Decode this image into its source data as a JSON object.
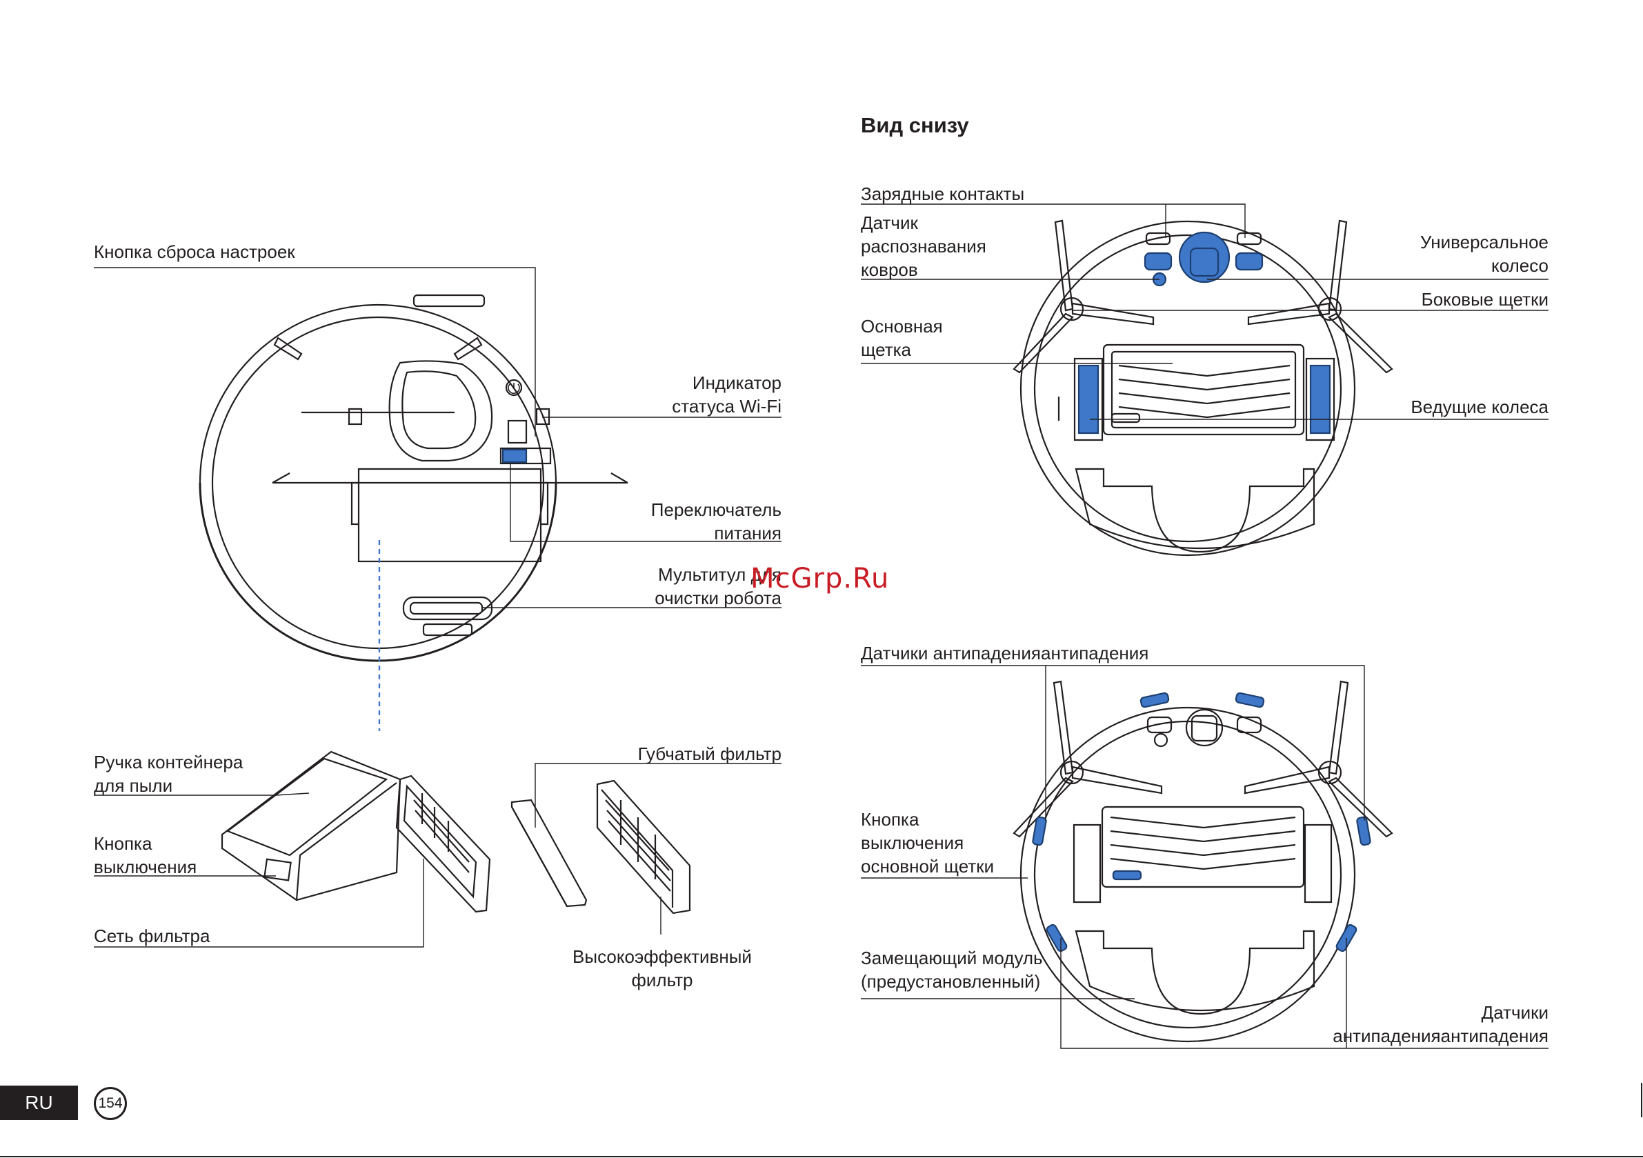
{
  "section_title": "Вид снизу",
  "watermark": "McGrp.Ru",
  "footer": {
    "language": "RU",
    "page_number": "154"
  },
  "labels": {
    "reset_button": "Кнопка сброса настроек",
    "wifi_indicator": [
      "Индикатор",
      "статуса Wi-Fi"
    ],
    "power_switch": [
      "Переключатель",
      "питания"
    ],
    "multitool": [
      "Мультитул для",
      "очистки робота"
    ],
    "dustbin_handle": [
      "Ручка контейнера",
      "для пыли"
    ],
    "off_button": [
      "Кнопка",
      "выключения"
    ],
    "filter_mesh": "Сеть фильтра",
    "sponge_filter": "Губчатый фильтр",
    "hepa_filter": [
      "Высокоэффективный",
      "фильтр"
    ],
    "charging_contacts": "Зарядные контакты",
    "carpet_sensor": [
      "Датчик",
      "распознавания",
      "ковров"
    ],
    "universal_wheel": [
      "Универсальное",
      "колесо"
    ],
    "side_brushes": "Боковые щетки",
    "main_brush": [
      "Основная",
      "щетка"
    ],
    "drive_wheels": "Ведущие колеса",
    "cliff_sensors_top": "Датчики антипаденияантипадения",
    "main_brush_off_button": [
      "Кнопка",
      "выключения",
      "основной щетки"
    ],
    "replacement_module": [
      "Замещающий модуль",
      "(предустановленный)"
    ],
    "cliff_sensors_bottom": [
      "Датчики",
      "антипаденияантипадения"
    ]
  },
  "colors": {
    "accent_blue": "#3f78c9",
    "line": "#231f20",
    "watermark": "#c91b24"
  }
}
